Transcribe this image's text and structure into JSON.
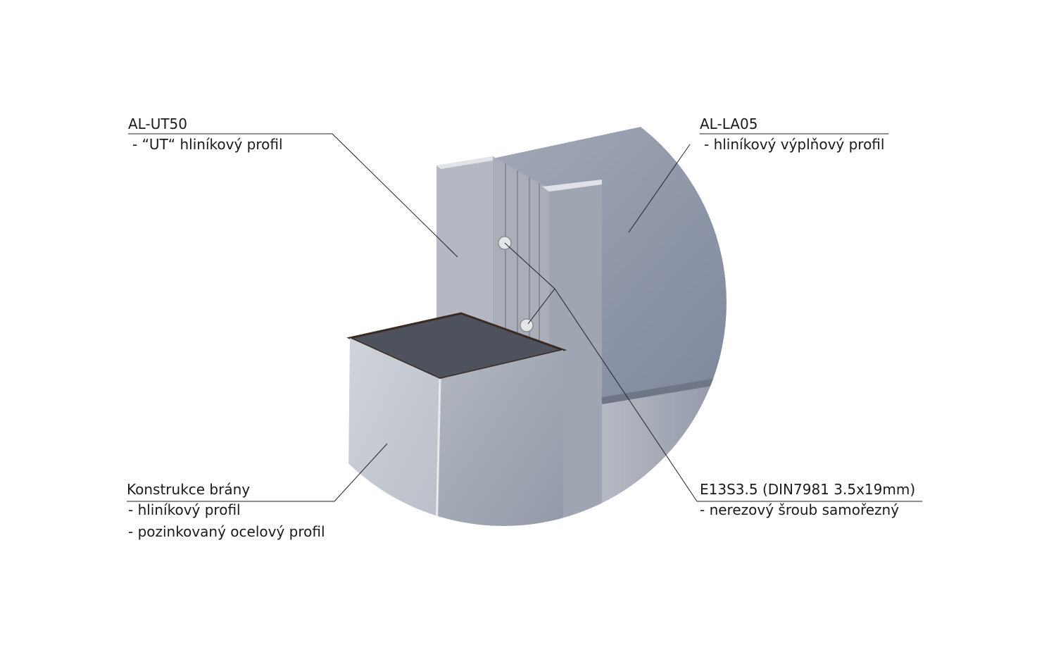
{
  "labels": {
    "ut50": {
      "title": "AL-UT50",
      "lines": [
        "- “UT“ hliníkový profil"
      ]
    },
    "la05": {
      "title": "AL-LA05",
      "lines": [
        "- hliníkový výplňový profil"
      ]
    },
    "frame": {
      "title": "Konstrukce brány",
      "lines": [
        "- hliníkový profil",
        "- pozinkovaný ocelový profil"
      ]
    },
    "screw": {
      "title": "E13S3.5 (DIN7981 3.5x19mm)",
      "lines": [
        "- nerezový šroub samořezný"
      ]
    }
  }
}
